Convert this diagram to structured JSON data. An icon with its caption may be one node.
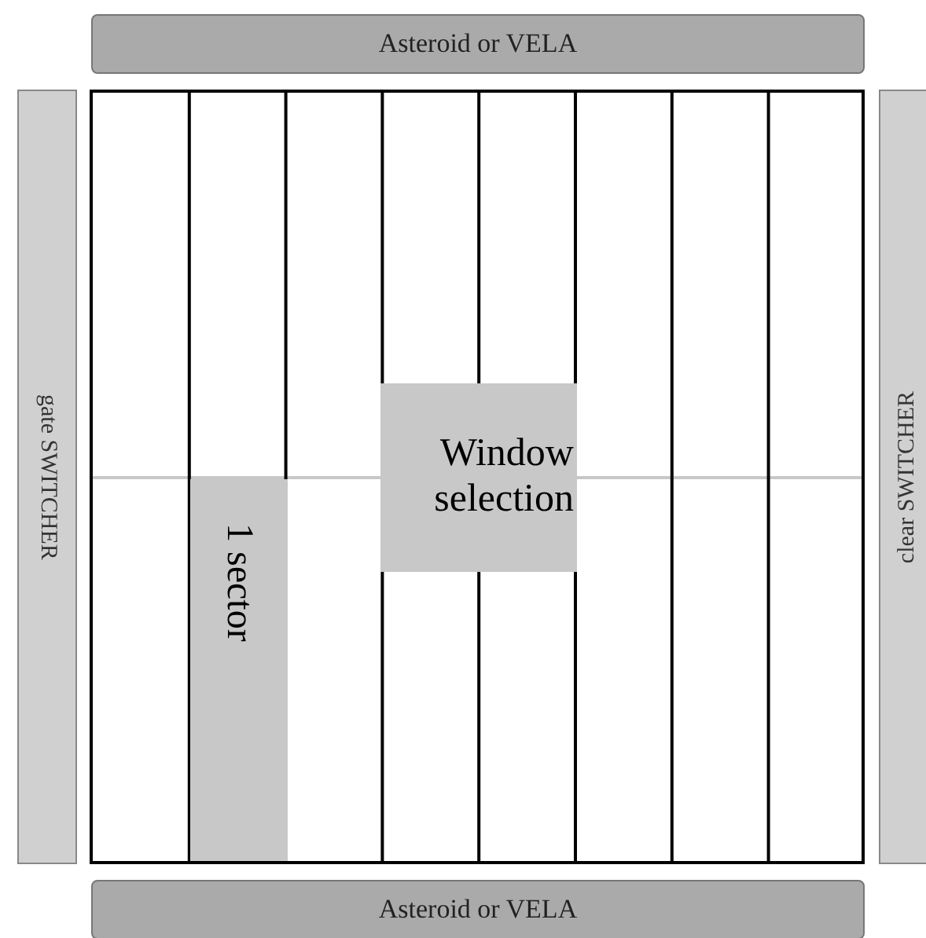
{
  "diagram": {
    "nodes": [
      {
        "text": [
          "Asteroid or VELA"
        ]
      },
      {
        "text": [
          "gate SWITCHER"
        ]
      },
      {
        "text": [],
        "shape": "box"
      },
      {
        "text": [
          "Window selection"
        ],
        "in": 2
      },
      {
        "text": [
          "1 sector"
        ],
        "in": 2
      },
      {
        "text": [
          "clear SWITCHER"
        ]
      },
      {
        "text": [
          "Asteroid or VELA"
        ]
      }
    ]
  }
}
